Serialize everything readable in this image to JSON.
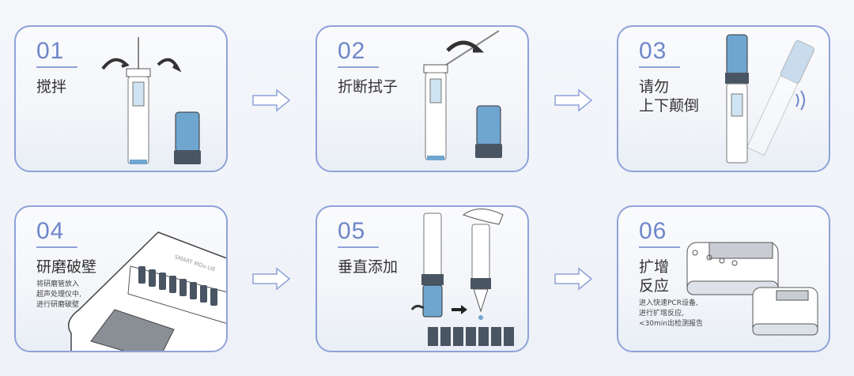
{
  "steps": [
    {
      "num": "01",
      "title": "搅拌"
    },
    {
      "num": "02",
      "title": "折断拭子"
    },
    {
      "num": "03",
      "title": "请勿\n上下颠倒"
    },
    {
      "num": "04",
      "title": "研磨破壁",
      "desc": [
        "将研磨管放入",
        "超声处理仪中,",
        "进行研磨破壁"
      ],
      "device_label": "SMART MDx-U8"
    },
    {
      "num": "05",
      "title": "垂直添加"
    },
    {
      "num": "06",
      "title": "扩增\n反应",
      "desc": [
        "进入快速PCR设备,",
        "进行扩增反应,",
        "<30min出检测报告"
      ]
    }
  ],
  "colors": {
    "accent": "#6f86c9",
    "border": "#8fa2d9",
    "cap": "#6fa6d0"
  }
}
